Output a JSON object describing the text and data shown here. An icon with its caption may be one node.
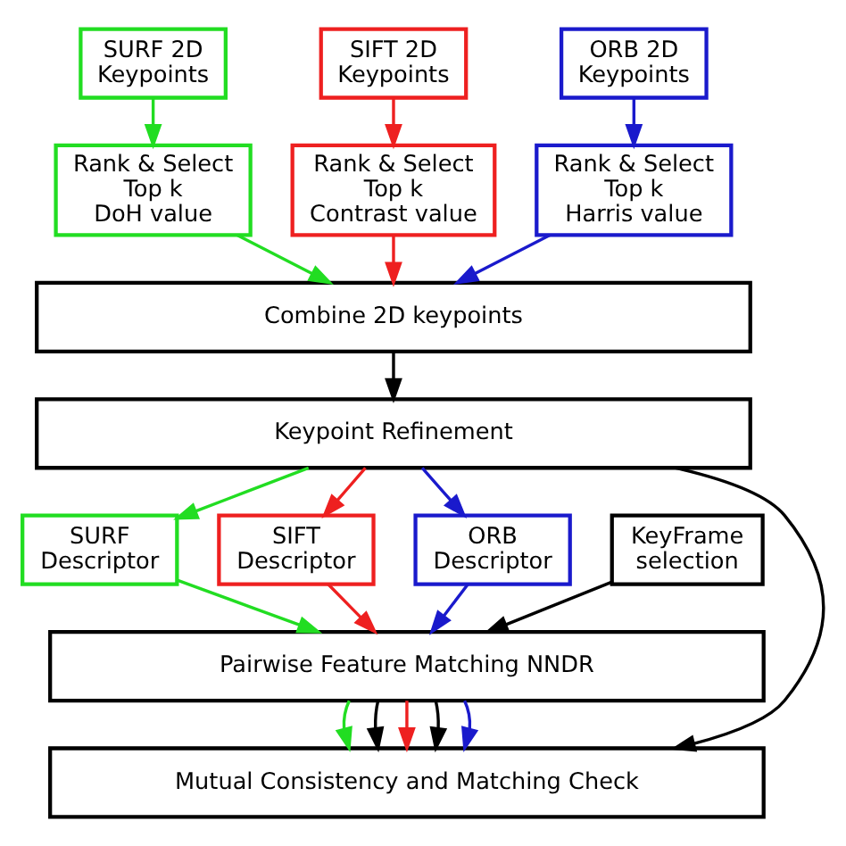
{
  "diagram": {
    "nodes": [
      {
        "text": [
          "SURF 2D Keypoints"
        ]
      },
      {
        "text": [
          "SIFT 2D Keypoints"
        ]
      },
      {
        "text": [
          "ORB 2D Keypoints"
        ]
      },
      {
        "text": [
          "Rank & Select Top k DoH value"
        ]
      },
      {
        "text": [
          "Rank & Select Top k Contrast value"
        ]
      },
      {
        "text": [
          "Rank & Select Top k Harris value"
        ]
      },
      {
        "text": [
          "Combine 2D keypoints"
        ]
      },
      {
        "text": [
          "Keypoint Refinement"
        ]
      },
      {
        "text": [
          "SURF Descriptor"
        ]
      },
      {
        "text": [
          "SIFT Descriptor"
        ]
      },
      {
        "text": [
          "ORB Descriptor"
        ]
      },
      {
        "text": [
          "KeyFrame selection"
        ]
      },
      {
        "text": [
          "Pairwise Feature Matching NNDR"
        ]
      },
      {
        "text": [
          "Mutual Consistency and Matching Check"
        ]
      }
    ],
    "edges": [
      {
        "from": 0,
        "to": 3,
        "arrow": "to",
        "color": "#22dd22"
      },
      {
        "from": 1,
        "to": 4,
        "arrow": "to",
        "color": "#ee2020"
      },
      {
        "from": 2,
        "to": 5,
        "arrow": "to",
        "color": "#1a1acc"
      },
      {
        "from": 3,
        "to": 6,
        "arrow": "to",
        "color": "#22dd22"
      },
      {
        "from": 4,
        "to": 6,
        "arrow": "to",
        "color": "#ee2020"
      },
      {
        "from": 5,
        "to": 6,
        "arrow": "to",
        "color": "#1a1acc"
      },
      {
        "from": 6,
        "to": 7,
        "arrow": "to",
        "color": "#000000"
      },
      {
        "from": 7,
        "to": 8,
        "arrow": "to",
        "color": "#22dd22"
      },
      {
        "from": 7,
        "to": 9,
        "arrow": "to",
        "color": "#ee2020"
      },
      {
        "from": 7,
        "to": 10,
        "arrow": "to",
        "color": "#1a1acc"
      },
      {
        "from": 8,
        "to": 12,
        "arrow": "to",
        "color": "#22dd22"
      },
      {
        "from": 11,
        "to": 12,
        "arrow": "to",
        "color": "#000000"
      },
      {
        "from": 9,
        "to": 12,
        "arrow": "to",
        "color": "#ee2020"
      },
      {
        "from": 10,
        "to": 12,
        "arrow": "to",
        "color": "#1a1acc"
      },
      {
        "from": 12,
        "to": 13,
        "arrow": "to",
        "color": "#22dd22"
      },
      {
        "from": 12,
        "to": 13,
        "arrow": "to",
        "color": "#000000"
      },
      {
        "from": 12,
        "to": 13,
        "arrow": "to",
        "color": "#ee2020"
      },
      {
        "from": 12,
        "to": 13,
        "arrow": "to",
        "color": "#000000"
      },
      {
        "from": 12,
        "to": 13,
        "arrow": "to",
        "color": "#1a1acc"
      },
      {
        "from": 7,
        "to": 13,
        "arrow": "to",
        "color": "#000000"
      }
    ]
  }
}
